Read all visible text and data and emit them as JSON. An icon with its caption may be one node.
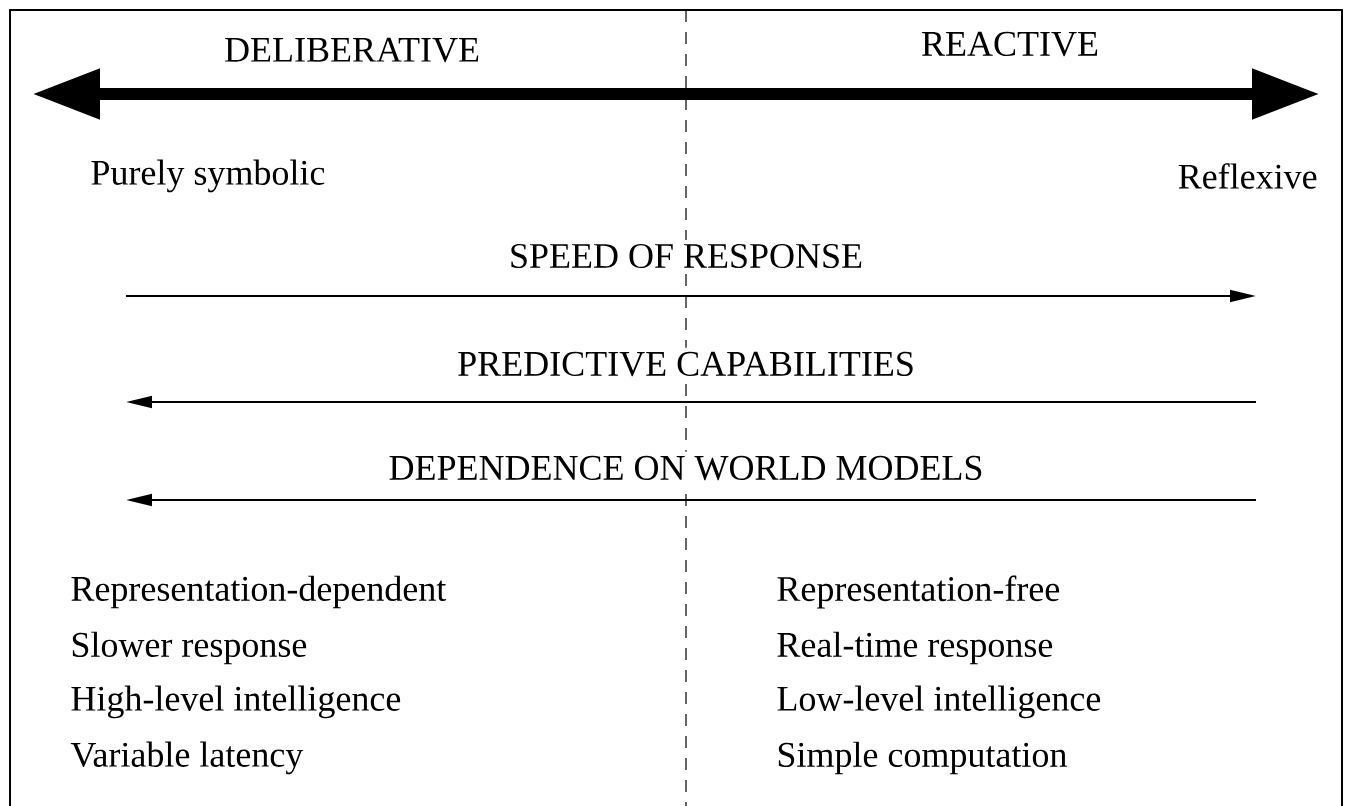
{
  "diagram": {
    "labels": [
      "DELIBERATIVE",
      "REACTIVE",
      "Purely symbolic",
      "Reflexive",
      "SPEED OF RESPONSE",
      "PREDICTIVE CAPABILITIES",
      "DEPENDENCE ON WORLD MODELS",
      "Representation-dependent",
      "Representation-free",
      "Slower response",
      "Real-time response",
      "High-level intelligence",
      "Low-level intelligence",
      "Variable latency",
      "Simple computation"
    ]
  }
}
